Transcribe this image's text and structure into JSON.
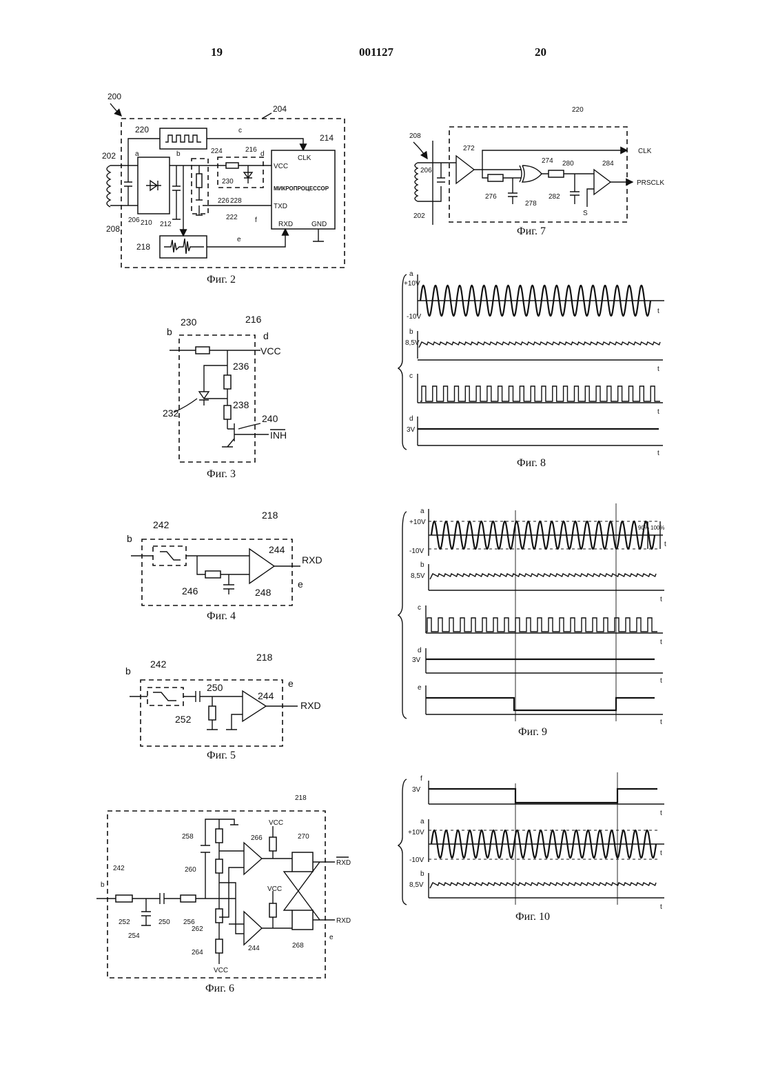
{
  "header": {
    "left_page": "19",
    "doc_number": "001127",
    "right_page": "20"
  },
  "fig2": {
    "caption": "Фиг. 2",
    "labels": {
      "n200": "200",
      "n204": "204",
      "n220": "220",
      "c": "c",
      "n214": "214",
      "n202": "202",
      "a": "a",
      "b": "b",
      "n224": "224",
      "n216": "216",
      "d": "d",
      "clk": "CLK",
      "vcc": "VCC",
      "n230": "230",
      "mp": "МИКРОПРОЦЕССОР",
      "n226": "226",
      "n228": "228",
      "txd": "TXD",
      "n206": "206",
      "n210": "210",
      "n212": "212",
      "n222": "222",
      "f": "f",
      "n208": "208",
      "rxd": "RXD",
      "gnd": "GND",
      "n218": "218",
      "e": "e"
    }
  },
  "fig3": {
    "caption": "Фиг. 3",
    "labels": {
      "n230": "230",
      "n216": "216",
      "b": "b",
      "d": "d",
      "vcc": "VCC",
      "n236": "236",
      "n232": "232",
      "n238": "238",
      "n240": "240",
      "inh": "INH"
    }
  },
  "fig4": {
    "caption": "Фиг. 4",
    "labels": {
      "n218": "218",
      "n242": "242",
      "b": "b",
      "n244": "244",
      "rxd": "RXD",
      "e": "e",
      "n246": "246",
      "n248": "248"
    }
  },
  "fig5": {
    "caption": "Фиг. 5",
    "labels": {
      "n218": "218",
      "n242": "242",
      "b": "b",
      "n250": "250",
      "n244": "244",
      "e": "e",
      "rxd": "RXD",
      "n252": "252"
    }
  },
  "fig6": {
    "caption": "Фиг. 6",
    "labels": {
      "n218": "218",
      "vcc1": "VCC",
      "n258": "258",
      "n266": "266",
      "n270": "270",
      "rxd_bar": "RXD",
      "n260": "260",
      "n242": "242",
      "b": "b",
      "vcc2": "VCC",
      "n252": "252",
      "n250": "250",
      "n256": "256",
      "n262": "262",
      "n254": "254",
      "n244": "244",
      "n268": "268",
      "rxd": "RXD",
      "e": "e",
      "n264": "264",
      "vcc3": "VCC"
    }
  },
  "fig7": {
    "caption": "Фиг. 7",
    "labels": {
      "n220": "220",
      "n208": "208",
      "n272": "272",
      "clk": "CLK",
      "n206": "206",
      "n274": "274",
      "n280": "280",
      "n284": "284",
      "prsclk": "PRSCLK",
      "n276": "276",
      "n278": "278",
      "n282": "282",
      "s": "S",
      "n202": "202"
    }
  },
  "fig8": {
    "caption": "Фиг. 8",
    "labels": {
      "a": "a",
      "p10": "+10V",
      "m10": "-10V",
      "t1": "t",
      "b": "b",
      "v85": "8,5V",
      "t2": "t",
      "c": "c",
      "t3": "t",
      "d": "d",
      "v3": "3V",
      "t4": "t"
    }
  },
  "fig9": {
    "caption": "Фиг. 9",
    "labels": {
      "a": "a",
      "p10": "+10V",
      "m10": "-10V",
      "p90": "90%",
      "p100": "100%",
      "t1": "t",
      "b": "b",
      "v85": "8,5V",
      "t2": "t",
      "c": "c",
      "t3": "t",
      "d": "d",
      "v3": "3V",
      "t4": "t",
      "e": "e",
      "t5": "t"
    }
  },
  "fig10": {
    "caption": "Фиг. 10",
    "labels": {
      "f": "f",
      "v3": "3V",
      "t1": "t",
      "a": "a",
      "p10": "+10V",
      "m10": "-10V",
      "t2": "t",
      "b": "b",
      "v85": "8,5V",
      "t3": "t"
    }
  }
}
